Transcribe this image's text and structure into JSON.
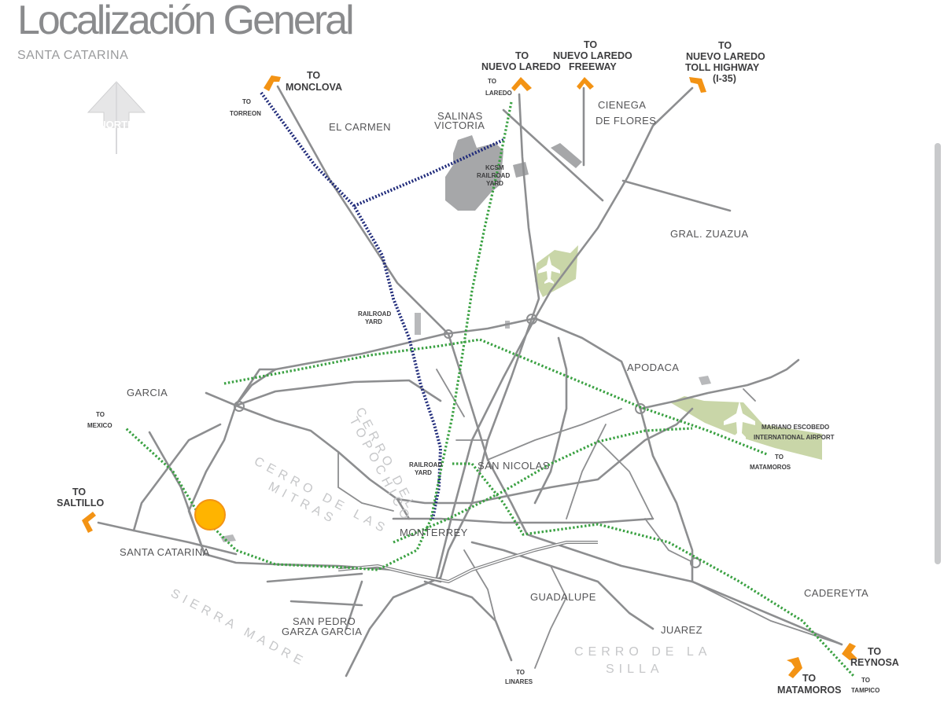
{
  "header": {
    "title": "Localización General",
    "subtitle": "SANTA CATARINA"
  },
  "compass": {
    "label": "NORTE",
    "icon": "north-arrow-icon"
  },
  "places": {
    "el_carmen": "EL CARMEN",
    "salinas_victoria": [
      "SALINAS",
      "VICTORIA"
    ],
    "cienega": [
      "CIENEGA",
      "DE FLORES"
    ],
    "gral_zuazua": "GRAL. ZUAZUA",
    "apodaca": "APODACA",
    "garcia": "GARCIA",
    "san_nicolas": "SAN NICOLAS",
    "monterrey": "MONTERREY",
    "santa_catarina": "SANTA CATARINA",
    "guadalupe": "GUADALUPE",
    "san_pedro": [
      "SAN PEDRO",
      "GARZA GARCIA"
    ],
    "juarez": "JUAREZ",
    "cadereyta": "CADEREYTA"
  },
  "directions": {
    "monclova": [
      "TO",
      "MONCLOVA"
    ],
    "torreon": [
      "TO",
      "TORREON"
    ],
    "nuevo_laredo": [
      "TO",
      "NUEVO LAREDO"
    ],
    "laredo": [
      "TO",
      "LAREDO"
    ],
    "nl_freeway": [
      "TO",
      "NUEVO LAREDO",
      "FREEWAY"
    ],
    "nl_toll": [
      "TO",
      "NUEVO LAREDO",
      "TOLL HIGHWAY",
      "(I-35)"
    ],
    "mexico": [
      "TO",
      "MEXICO"
    ],
    "saltillo": [
      "TO",
      "SALTILLO"
    ],
    "matamoros_rail": [
      "TO",
      "MATAMOROS"
    ],
    "matamoros": [
      "TO",
      "MATAMOROS"
    ],
    "reynosa": [
      "TO",
      "REYNOSA"
    ],
    "tampico": [
      "TO",
      "TAMPICO"
    ],
    "linares": [
      "TO",
      "LINARES"
    ]
  },
  "facilities": {
    "kcsm_yard": [
      "KCSM",
      "RAILROAD",
      "YARD"
    ],
    "railroad_yard_1": [
      "RAILROAD",
      "YARD"
    ],
    "railroad_yard_2": [
      "RAILROAD",
      "YARD"
    ],
    "airport": [
      "MARIANO ESCOBEDO",
      "INTERNATIONAL AIRPORT"
    ]
  },
  "terrain": {
    "topochico": [
      "CERRO DEL",
      "TOPOCHICO"
    ],
    "mitras": [
      "CERRO DE LAS",
      "MITRAS"
    ],
    "sierra_madre": "SIERRA MADRE",
    "silla": [
      "CERRO DE LA",
      "SILLA"
    ]
  },
  "legend_colors": {
    "road": "#8d8e90",
    "railroad_blue": "#1f2a7a",
    "railroad_green": "#3aa142",
    "direction_arrow": "#f39314",
    "site_marker": "#ffb400",
    "airport_area": "#c9d6a8",
    "industrial_area": "#9a9b9d"
  },
  "site_marker": {
    "icon": "site-location-marker"
  }
}
